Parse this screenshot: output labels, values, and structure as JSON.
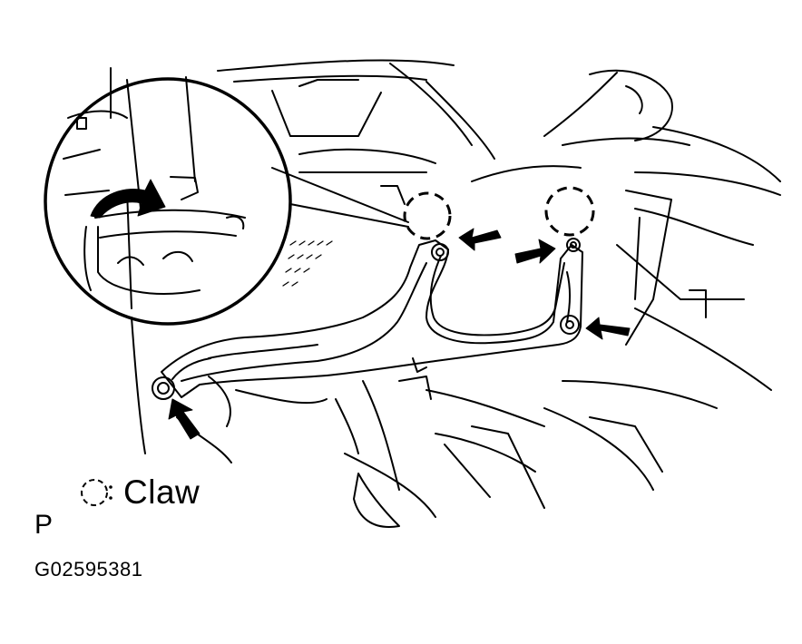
{
  "legend": {
    "symbol": "dashed-circle-claw-icon",
    "label": "Claw"
  },
  "code_letter": "P",
  "figure_code": "G02595381",
  "colors": {
    "line": "#000000",
    "background": "#ffffff"
  }
}
